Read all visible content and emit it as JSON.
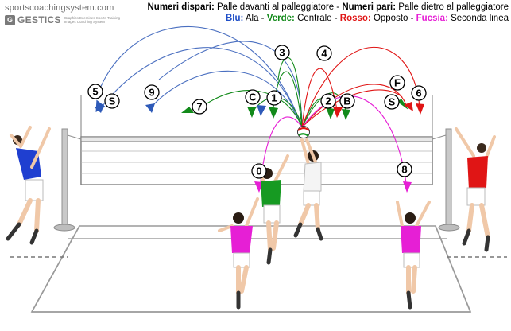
{
  "brand": {
    "site": "sportscoachingsystem.com",
    "name": "GESTICS",
    "logo_letter": "G",
    "tagline_1": "Graphics Exercises Sports Training",
    "tagline_2": "Images Coaching System"
  },
  "legend": {
    "line1": {
      "odd_label": "Numeri dispari:",
      "odd_text": " Palle davanti al palleggiatore - ",
      "even_label": "Numeri pari:",
      "even_text": " Palle dietro al palleggiatore"
    },
    "line2": {
      "blue": "Blu:",
      "blue_text": " Ala - ",
      "green": "Verde:",
      "green_text": " Centrale - ",
      "red": "Rosso:",
      "red_text": " Opposto - ",
      "fuchsia": "Fucsia:",
      "fuchsia_text": " Seconda linea"
    }
  },
  "colors": {
    "blue": "#1f4fc8",
    "green": "#128a1a",
    "red": "#e01515",
    "fuchsia": "#e61fd5"
  },
  "markers": [
    {
      "label": "5",
      "color": "blue"
    },
    {
      "label": "S",
      "color": "blue"
    },
    {
      "label": "9",
      "color": "blue"
    },
    {
      "label": "7",
      "color": "green"
    },
    {
      "label": "C",
      "color": "green"
    },
    {
      "label": "1",
      "color": "green"
    },
    {
      "label": "3",
      "color": "green"
    },
    {
      "label": "4",
      "color": "red"
    },
    {
      "label": "2",
      "color": "green"
    },
    {
      "label": "B",
      "color": "green"
    },
    {
      "label": "F",
      "color": "red"
    },
    {
      "label": "6",
      "color": "red"
    },
    {
      "label": "S",
      "color": "red"
    },
    {
      "label": "0",
      "color": "fuchsia"
    },
    {
      "label": "8",
      "color": "fuchsia"
    }
  ],
  "players": [
    {
      "role": "blue-wing",
      "color": "#1f3fd0"
    },
    {
      "role": "red-opposite",
      "color": "#e01515"
    },
    {
      "role": "green-middle",
      "color": "#169a22"
    },
    {
      "role": "setter",
      "color": "#f4f4f4"
    },
    {
      "role": "fuchsia-back-left",
      "color": "#e61fd5"
    },
    {
      "role": "fuchsia-back-right",
      "color": "#e61fd5"
    }
  ]
}
